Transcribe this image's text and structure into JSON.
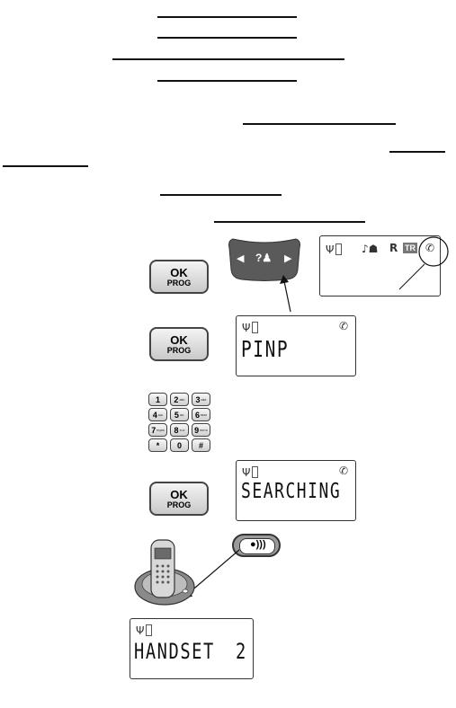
{
  "buttons": {
    "ok_label": "OK",
    "prog_label": "PROG"
  },
  "nav_key": {
    "left": "◀",
    "center": "?♟",
    "right": "▶"
  },
  "display1": {
    "status": "♪☗",
    "r_label": "R",
    "tr_label": "TR"
  },
  "display2": {
    "text": "PINP"
  },
  "display3": {
    "text": "SEARCHING"
  },
  "display4": {
    "text": "HANDSET",
    "number": "2"
  },
  "keypad": {
    "keys": [
      {
        "d": "1",
        "s": ""
      },
      {
        "d": "2",
        "s": "ABC"
      },
      {
        "d": "3",
        "s": "DEF"
      },
      {
        "d": "4",
        "s": "GHI"
      },
      {
        "d": "5",
        "s": "JKL"
      },
      {
        "d": "6",
        "s": "MNO"
      },
      {
        "d": "7",
        "s": "PQRS"
      },
      {
        "d": "8",
        "s": "TUV"
      },
      {
        "d": "9",
        "s": "WXYZ"
      },
      {
        "d": "*",
        "s": ""
      },
      {
        "d": "0",
        "s": ""
      },
      {
        "d": "#",
        "s": ""
      }
    ]
  },
  "colors": {
    "nav_dark": "#5a5a5a",
    "base_gray": "#8a8a8a"
  }
}
